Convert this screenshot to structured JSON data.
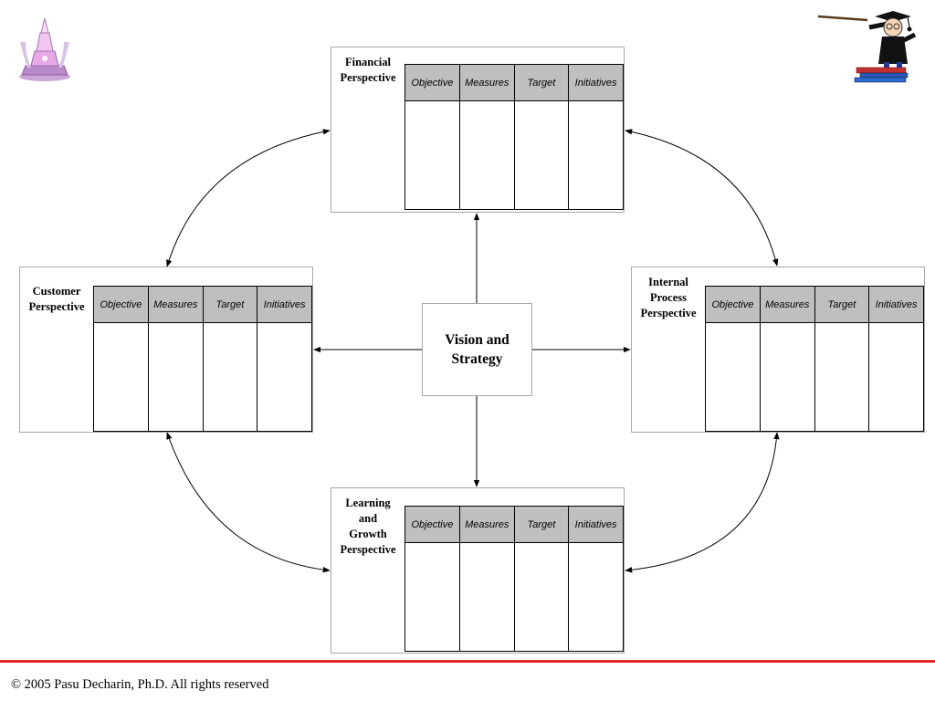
{
  "columns": [
    "Objective",
    "Measures",
    "Target",
    "Initiatives"
  ],
  "perspectives": {
    "financial": "Financial\nPerspective",
    "customer": "Customer\nPerspective",
    "internal": "Internal\nProcess\nPerspective",
    "learning": "Learning\nand\nGrowth\nPerspective"
  },
  "center": "Vision and\nStrategy",
  "footer": "© 2005 Pasu Decharin, Ph.D. All rights reserved",
  "colors": {
    "header_fill": "#bfbfbf",
    "footer_rule": "#e3261f",
    "box_border": "#a8a8a8"
  }
}
